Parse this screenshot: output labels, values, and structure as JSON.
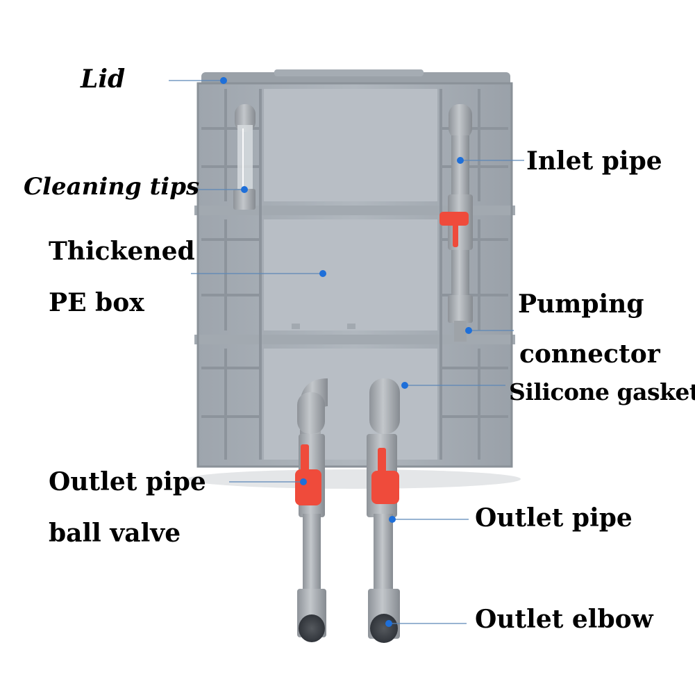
{
  "labels": {
    "lid": "Lid",
    "cleaning_tips": "Cleaning tips",
    "thickened_line1": "Thickened",
    "thickened_line2": "PE box",
    "inlet_pipe": "Inlet pipe",
    "pumping_line1": "Pumping",
    "pumping_line2": "connector",
    "silicone_gasket": "Silicone gasket",
    "outlet_valve_line1": "Outlet pipe",
    "outlet_valve_line2": "ball valve",
    "outlet_pipe": "Outlet pipe",
    "outlet_elbow": "Outlet elbow"
  },
  "colors": {
    "box_body": "#a9b0b8",
    "box_panel": "#b6bcc3",
    "box_rib": "#8f969e",
    "pipe": "#a7abb0",
    "pipe_dark": "#7f848a",
    "valve_handle": "#ef4b3b",
    "callout_dot": "#1e6fd9",
    "callout_line": "#5b86b8"
  }
}
